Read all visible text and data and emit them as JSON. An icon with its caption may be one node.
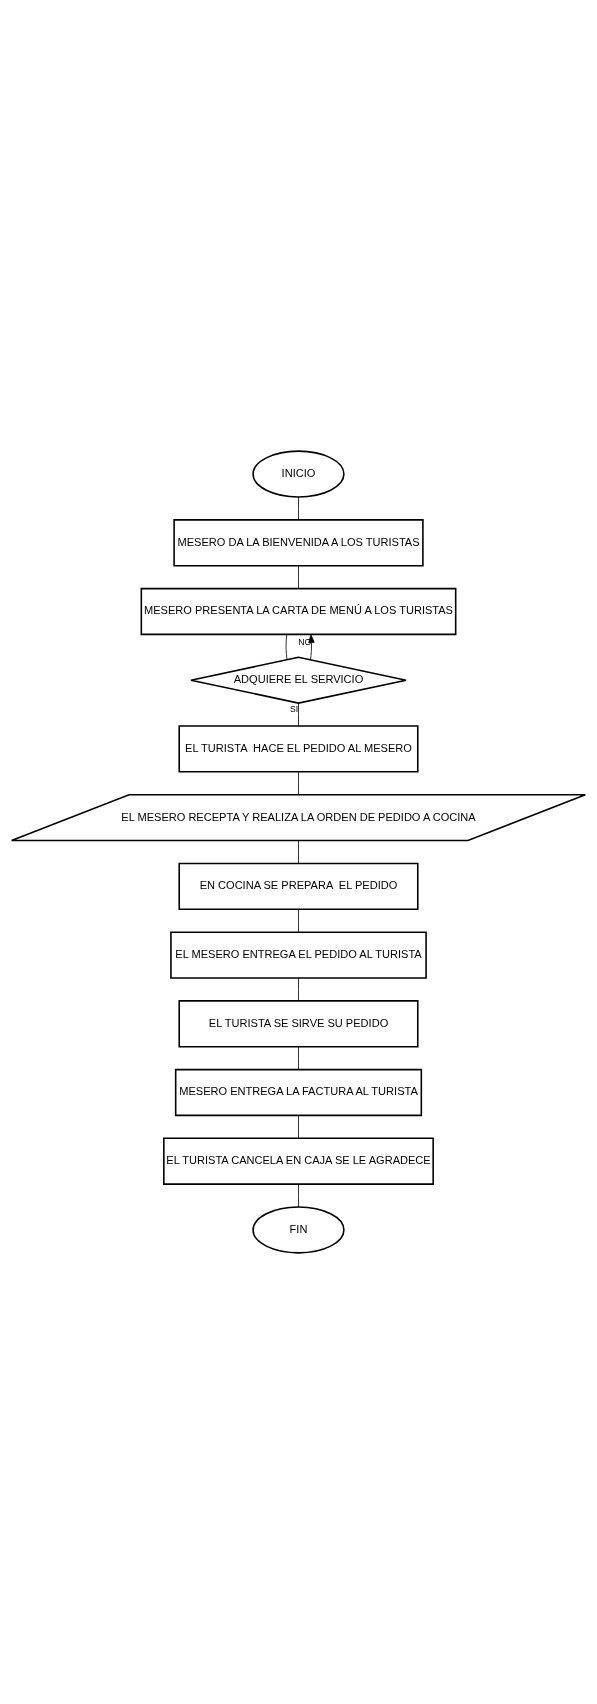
{
  "diagram": {
    "nodes": [
      {
        "text": [
          "INICIO"
        ]
      },
      {
        "text": [
          "MESERO DA LA BIENVENIDA A LOS TURISTAS"
        ]
      },
      {
        "text": [
          "MESERO PRESENTA LA CARTA DE MENÚ A LOS TURISTAS"
        ]
      },
      {
        "text": [
          "ADQUIERE EL SERVICIO"
        ]
      },
      {
        "text": [
          "EL TURISTA  HACE EL PEDIDO AL MESERO"
        ]
      },
      {
        "text": [
          "EL MESERO RECEPTA Y REALIZA LA ORDEN DE PEDIDO A COCINA"
        ]
      },
      {
        "text": [
          "EN COCINA SE PREPARA  EL PEDIDO"
        ]
      },
      {
        "text": [
          "EL MESERO ENTREGA EL PEDIDO AL TURISTA"
        ]
      },
      {
        "text": [
          "EL TURISTA SE SIRVE SU PEDIDO"
        ]
      },
      {
        "text": [
          "MESERO ENTREGA LA FACTURA AL TURISTA"
        ]
      },
      {
        "text": [
          "EL TURISTA CANCELA EN CAJA SE LE AGRADECE"
        ]
      },
      {
        "text": [
          "FIN"
        ]
      }
    ],
    "edges": [
      {
        "from": 0,
        "to": 1,
        "arrow": "none"
      },
      {
        "from": 1,
        "to": 2,
        "arrow": "none"
      },
      {
        "from": 2,
        "to": 3,
        "arrow": "none"
      },
      {
        "from": 3,
        "to": 4,
        "arrow": "none",
        "label": "SI"
      },
      {
        "from": 4,
        "to": 5,
        "arrow": "none"
      },
      {
        "from": 5,
        "to": 6,
        "arrow": "none"
      },
      {
        "from": 6,
        "to": 7,
        "arrow": "none"
      },
      {
        "from": 7,
        "to": 8,
        "arrow": "none"
      },
      {
        "from": 8,
        "to": 9,
        "arrow": "none"
      },
      {
        "from": 9,
        "to": 10,
        "arrow": "none"
      },
      {
        "from": 10,
        "to": 11,
        "arrow": "none"
      },
      {
        "from": 3,
        "to": 2,
        "arrow": "to",
        "label": "NO"
      }
    ]
  }
}
